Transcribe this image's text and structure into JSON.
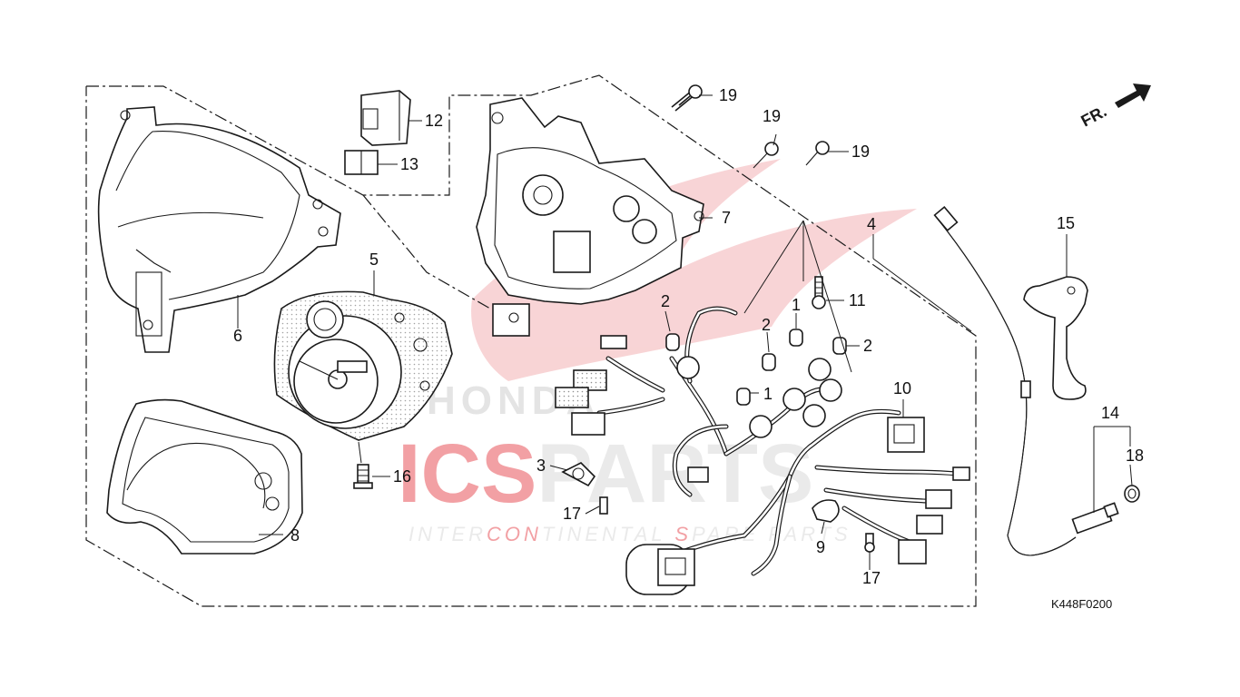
{
  "direction": {
    "label": "FR."
  },
  "diagram_code": "K448F0200",
  "watermark": {
    "brand_main": "ICS",
    "brand_rest": "PARTS",
    "honda": "HONDA",
    "tagline_segments": [
      {
        "text": "INTER",
        "accent": false
      },
      {
        "text": "CON",
        "accent": true
      },
      {
        "text": "TINENTAL ",
        "accent": false
      },
      {
        "text": "S",
        "accent": true
      },
      {
        "text": "PARE ",
        "accent": false
      },
      {
        "text": "PARTS",
        "accent": false
      }
    ]
  },
  "callouts": [
    {
      "id": "c1a",
      "text": "1"
    },
    {
      "id": "c1b",
      "text": "1"
    },
    {
      "id": "c2a",
      "text": "2"
    },
    {
      "id": "c2b",
      "text": "2"
    },
    {
      "id": "c2c",
      "text": "2"
    },
    {
      "id": "c3",
      "text": "3"
    },
    {
      "id": "c4",
      "text": "4"
    },
    {
      "id": "c5",
      "text": "5"
    },
    {
      "id": "c6",
      "text": "6"
    },
    {
      "id": "c7",
      "text": "7"
    },
    {
      "id": "c8",
      "text": "8"
    },
    {
      "id": "c9",
      "text": "9"
    },
    {
      "id": "c10",
      "text": "10"
    },
    {
      "id": "c11",
      "text": "11"
    },
    {
      "id": "c12",
      "text": "12"
    },
    {
      "id": "c13",
      "text": "13"
    },
    {
      "id": "c14",
      "text": "14"
    },
    {
      "id": "c15",
      "text": "15"
    },
    {
      "id": "c16",
      "text": "16"
    },
    {
      "id": "c17a",
      "text": "17"
    },
    {
      "id": "c17b",
      "text": "17"
    },
    {
      "id": "c18",
      "text": "18"
    },
    {
      "id": "c19a",
      "text": "19"
    },
    {
      "id": "c19b",
      "text": "19"
    },
    {
      "id": "c19c",
      "text": "19"
    }
  ],
  "colors": {
    "watermark_red": "#e8545a",
    "watermark_grey": "#d9d9d9",
    "line": "#1a1a1a"
  }
}
